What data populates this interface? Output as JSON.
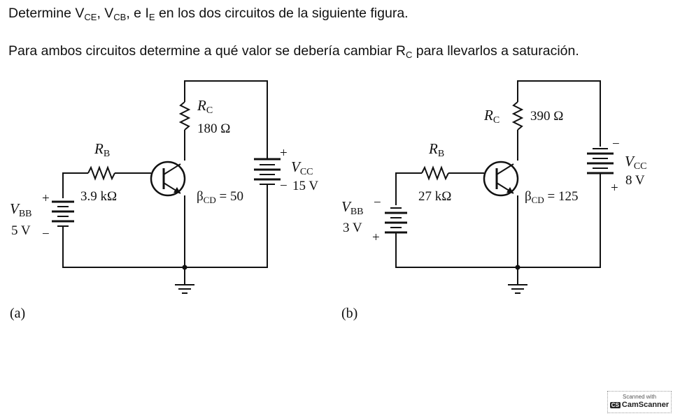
{
  "question": {
    "line1": {
      "a": "Determine V",
      "s1": "CE",
      "b": ", V",
      "s2": "CB",
      "c": ", e I",
      "s3": "E",
      "d": " en los dos circuitos de la siguiente figura."
    },
    "line2": {
      "a": "Para ambos circuitos determine a qué valor se debería cambiar R",
      "s1": "C",
      "b": " para llevarlos a saturación."
    }
  },
  "circuit_a": {
    "caption": "(a)",
    "rc_label": "R",
    "rc_sub": "C",
    "rc_value": "180 Ω",
    "rb_label": "R",
    "rb_sub": "B",
    "rb_value": "3.9 kΩ",
    "beta_label": "β",
    "beta_sub": "CD",
    "beta_value": " = 50",
    "vcc_label": "V",
    "vcc_sub": "CC",
    "vcc_value": "15 V",
    "vbb_label": "V",
    "vbb_sub": "BB",
    "vbb_value": "5 V",
    "plus": "+",
    "minus": "−"
  },
  "circuit_b": {
    "caption": "(b)",
    "rc_label": "R",
    "rc_sub": "C",
    "rc_value": "390 Ω",
    "rb_label": "R",
    "rb_sub": "B",
    "rb_value": "27 kΩ",
    "beta_label": "β",
    "beta_sub": "CD",
    "beta_value": " = 125",
    "vcc_label": "V",
    "vcc_sub": "CC",
    "vcc_value": "8 V",
    "vbb_label": "V",
    "vbb_sub": "BB",
    "vbb_value": "3 V",
    "plus": "+",
    "minus": "−"
  },
  "watermark": {
    "line1": "Scanned with",
    "logo": "CS",
    "line2": "CamScanner"
  }
}
